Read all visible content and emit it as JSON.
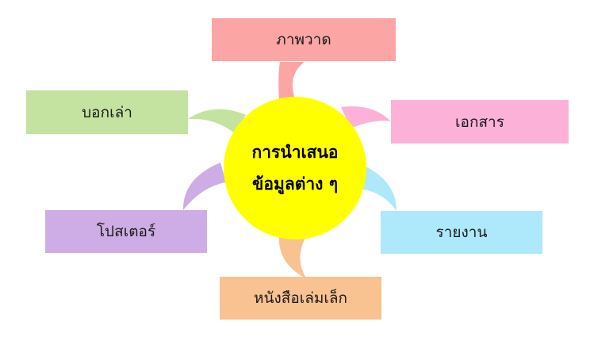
{
  "diagram": {
    "center": {
      "line1": "การนำเสนอ",
      "line2": "ข้อมูลต่าง ๆ",
      "color": "#FFFF00"
    },
    "nodes": [
      {
        "id": "top",
        "label": "ภาพวาด",
        "color": "#FBA5A5"
      },
      {
        "id": "upper-left",
        "label": "บอกเล่า",
        "color": "#C4E2A0"
      },
      {
        "id": "upper-right",
        "label": "เอกสาร",
        "color": "#FCB1D9"
      },
      {
        "id": "lower-left",
        "label": "โปสเตอร์",
        "color": "#CEADE6"
      },
      {
        "id": "lower-right",
        "label": "รายงาน",
        "color": "#ADE8FB"
      },
      {
        "id": "bottom",
        "label": "หนังสือเล่มเล็ก",
        "color": "#F8C291"
      }
    ]
  }
}
